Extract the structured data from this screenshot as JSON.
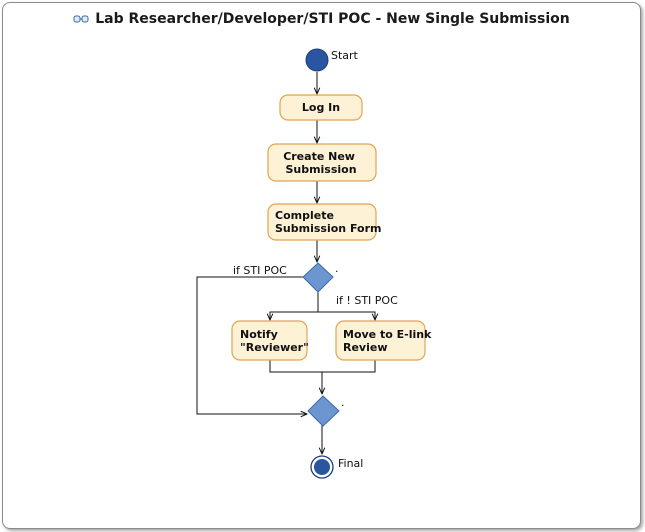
{
  "title": "Lab Researcher/Developer/STI POC - New Single Submission",
  "title_icon": "activity-diagram-icon",
  "colors": {
    "action_fill": "#fdf1d6",
    "action_stroke": "#e0a552",
    "node_fill": "#2a55a0",
    "decision_fill": "#6b96d0",
    "decision_stroke": "#3d6aa8",
    "edge": "#111111"
  },
  "nodes": {
    "start": {
      "label": "Start"
    },
    "login": {
      "lines": [
        "Log In"
      ]
    },
    "create": {
      "lines": [
        "Create New",
        "Submission"
      ]
    },
    "complete": {
      "lines": [
        "Complete",
        "Submission Form"
      ]
    },
    "decision1": {
      "label": "."
    },
    "notify": {
      "lines": [
        "Notify",
        "\"Reviewer\""
      ]
    },
    "move": {
      "lines": [
        "Move to E-link",
        "Review"
      ]
    },
    "decision2": {
      "label": "."
    },
    "final": {
      "label": "Final"
    }
  },
  "edges": {
    "guard_sti": "if STI POC",
    "guard_not_sti": "if ! STI POC"
  }
}
